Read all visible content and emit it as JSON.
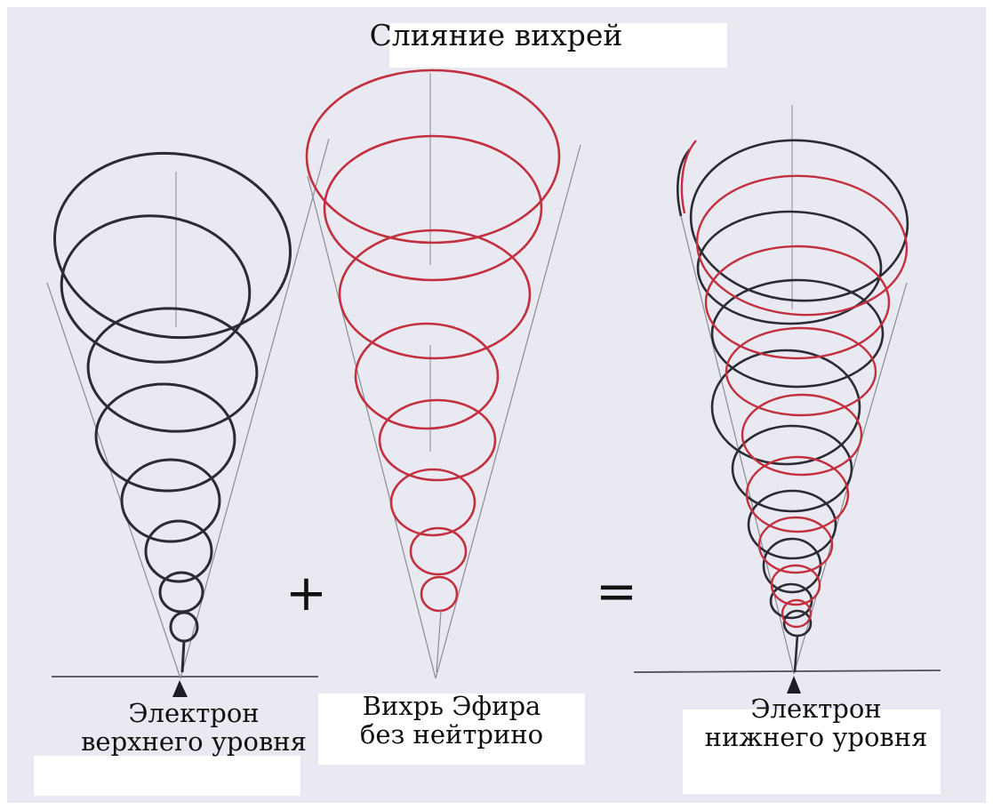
{
  "title": "Слияние вихрей",
  "operators": {
    "plus": "+",
    "equals": "="
  },
  "labels": {
    "left": [
      "Электрон",
      "верхнего уровня"
    ],
    "middle": [
      "Вихрь Эфира",
      "без нейтрино"
    ],
    "right": [
      "Электрон",
      "нижнего уровня"
    ]
  },
  "colors": {
    "paper": "#e9eaf1",
    "black_spiral": "#2a2b33",
    "red_spiral": "#c2303f",
    "guide_line": "#8a8b94"
  }
}
